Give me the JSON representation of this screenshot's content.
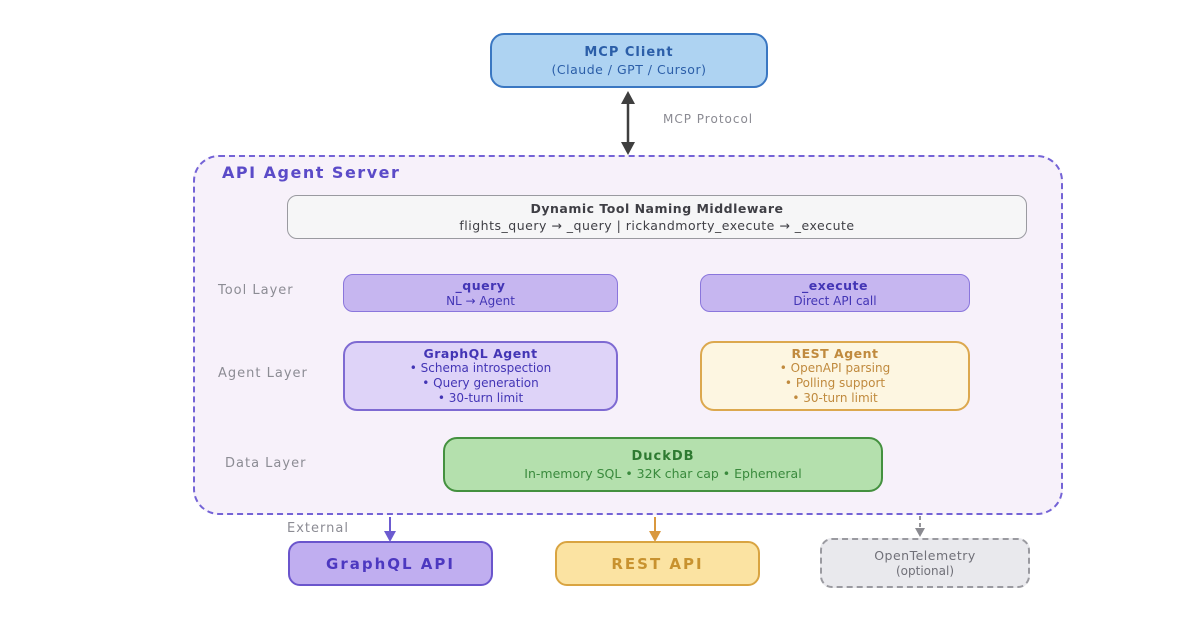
{
  "mcp_client": {
    "title": "MCP Client",
    "subtitle": "(Claude / GPT / Cursor)"
  },
  "mcp_protocol_label": "MCP Protocol",
  "server": {
    "title": "API Agent Server",
    "middleware": {
      "line1": "Dynamic Tool Naming Middleware",
      "line2": "flights_query → _query  |  rickandmorty_execute → _execute"
    },
    "layer_labels": {
      "tool": "Tool Layer",
      "agent": "Agent Layer",
      "data": "Data Layer"
    },
    "tool_boxes": [
      {
        "title": "_query",
        "subtitle": "NL → Agent"
      },
      {
        "title": "_execute",
        "subtitle": "Direct API call"
      }
    ],
    "agent_boxes": [
      {
        "title": "GraphQL Agent",
        "bullets": [
          "• Schema introspection",
          "• Query generation",
          "• 30-turn limit"
        ]
      },
      {
        "title": "REST Agent",
        "bullets": [
          "• OpenAPI parsing",
          "• Polling support",
          "• 30-turn limit"
        ]
      }
    ],
    "duckdb": {
      "title": "DuckDB",
      "subtitle": "In-memory SQL • 32K char cap • Ephemeral"
    }
  },
  "external": {
    "label": "External",
    "boxes": [
      {
        "label": "GraphQL API"
      },
      {
        "label": "REST API"
      },
      {
        "label": "OpenTelemetry",
        "sublabel": "(optional)"
      }
    ]
  },
  "colors": {
    "client_blue": "#aed3f2",
    "client_border": "#3a77c2",
    "server_border_purple": "#7463d6",
    "server_fill": "#f7f1fa",
    "tool_purple": "#c6b6f0",
    "agent_purple": "#ded3f8",
    "agent_cream": "#fdf6e1",
    "agent_orange_border": "#dca84e",
    "duckdb_green": "#b4e0ad",
    "duckdb_border": "#44913f",
    "external_purple": "#c0aef0",
    "external_yellow": "#fbe3a2",
    "otel_gray": "#e9e9ed",
    "arrow_dark": "#3f3f3f",
    "arrow_green": "#74a877",
    "arrow_purple": "#6c5bd0",
    "arrow_orange": "#d9983f",
    "arrow_gray": "#8a8a90"
  }
}
